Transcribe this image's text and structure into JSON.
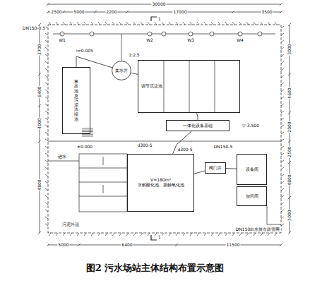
{
  "diagram": {
    "caption": "图2  污水场站主体结构布置示意图",
    "nodes": [
      {
        "text": [
          "事故池及污泥浓缩池"
        ]
      },
      {
        "text": [
          "集水井"
        ]
      },
      {
        "text": [
          "调节沉淀池"
        ]
      },
      {
        "text": [
          "一体化设备基础"
        ]
      },
      {
        "text": [
          "V=180m³",
          "水解酸化池、接触氧化池"
        ]
      },
      {
        "text": [
          "设备间"
        ]
      },
      {
        "text": [
          "加药间"
        ]
      },
      {
        "text": [
          "阀门井"
        ]
      }
    ],
    "edges": [
      {
        "from": 0,
        "to": 1,
        "arrow": "none"
      },
      {
        "from": 1,
        "to": 2,
        "arrow": "none"
      },
      {
        "from": 2,
        "to": 3,
        "arrow": "none"
      },
      {
        "from": 3,
        "to": 4,
        "arrow": "none"
      },
      {
        "from": 4,
        "to": 7,
        "arrow": "none"
      },
      {
        "from": 7,
        "to": 5,
        "arrow": "none"
      }
    ],
    "labels": [
      "30000",
      "2500",
      "5000",
      "2200",
      "17000",
      "3500",
      "1",
      "1",
      "2700",
      "6400",
      "4000",
      "4800",
      "3000",
      "4600",
      "2000",
      "2500",
      "4800",
      "5000",
      "5000",
      "6400",
      "11500",
      "DN150-0.5",
      "i=0.005",
      "d300-5",
      "d300-5",
      "DN150-5",
      "▽-3.500",
      "±0.000",
      "W1",
      "W2",
      "W3",
      "W4",
      "1:2.5",
      "DN150出水接市政管网",
      "进水",
      "污泥外运"
    ]
  }
}
